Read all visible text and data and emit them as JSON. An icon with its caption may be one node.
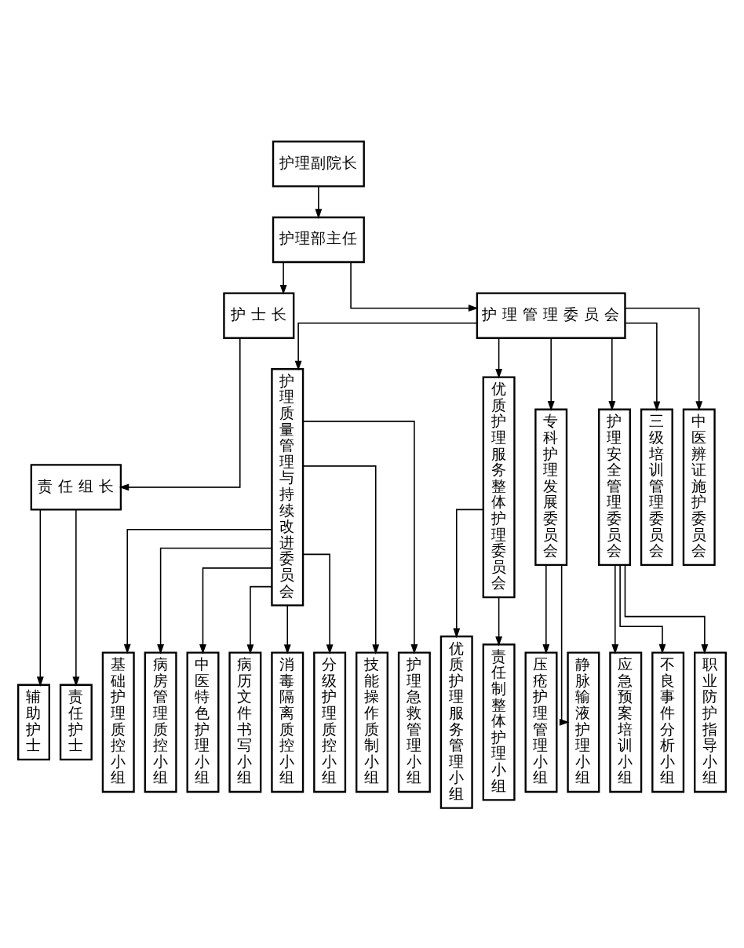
{
  "diagram": {
    "nodes": [
      {
        "text": [
          "护理副院长"
        ]
      },
      {
        "text": [
          "护理部主任"
        ]
      },
      {
        "text": [
          "护 士 长"
        ]
      },
      {
        "text": [
          "护 理 管 理 委 员 会"
        ]
      },
      {
        "text": [
          "责 任 组 长"
        ]
      },
      {
        "text": [
          "辅助护士"
        ]
      },
      {
        "text": [
          "责任护士"
        ]
      },
      {
        "text": [
          "护理质量管理与持续改进委员会"
        ]
      },
      {
        "text": [
          "优质护理服务整体护理委员会"
        ]
      },
      {
        "text": [
          "专科护理发展委员会"
        ]
      },
      {
        "text": [
          "护理安全管理委员会"
        ]
      },
      {
        "text": [
          "三级培训管理委员会"
        ]
      },
      {
        "text": [
          "中医辨证施护委员会"
        ]
      },
      {
        "text": [
          "基础护理质控小组"
        ]
      },
      {
        "text": [
          "病房管理质控小组"
        ]
      },
      {
        "text": [
          "中医特色护理小组"
        ]
      },
      {
        "text": [
          "病历文件书写小组"
        ]
      },
      {
        "text": [
          "消毒隔离质控小组"
        ]
      },
      {
        "text": [
          "分级护理质控小组"
        ]
      },
      {
        "text": [
          "技能操作质制小组"
        ]
      },
      {
        "text": [
          "护理急救管理小组"
        ]
      },
      {
        "text": [
          "优质护理服务管理小组"
        ]
      },
      {
        "text": [
          "责任制整体护理小组"
        ]
      },
      {
        "text": [
          "压疮护理管理小组"
        ]
      },
      {
        "text": [
          "静脉输液护理小组"
        ]
      },
      {
        "text": [
          "应急预案培训小组"
        ]
      },
      {
        "text": [
          "不良事件分析小组"
        ]
      },
      {
        "text": [
          "职业防护指导小组"
        ]
      }
    ],
    "edges": [
      {
        "from": 0,
        "to": 1,
        "arrow": "to"
      },
      {
        "from": 1,
        "to": 2,
        "arrow": "to"
      },
      {
        "from": 1,
        "to": 3,
        "arrow": "to"
      },
      {
        "from": 2,
        "to": 4,
        "arrow": "to"
      },
      {
        "from": 4,
        "to": 5,
        "arrow": "to"
      },
      {
        "from": 4,
        "to": 6,
        "arrow": "to"
      },
      {
        "from": 3,
        "to": 7,
        "arrow": "to"
      },
      {
        "from": 3,
        "to": 8,
        "arrow": "to"
      },
      {
        "from": 3,
        "to": 9,
        "arrow": "to"
      },
      {
        "from": 3,
        "to": 10,
        "arrow": "to"
      },
      {
        "from": 3,
        "to": 11,
        "arrow": "to"
      },
      {
        "from": 3,
        "to": 12,
        "arrow": "to"
      },
      {
        "from": 7,
        "to": 13,
        "arrow": "to"
      },
      {
        "from": 7,
        "to": 14,
        "arrow": "to"
      },
      {
        "from": 7,
        "to": 15,
        "arrow": "to"
      },
      {
        "from": 7,
        "to": 16,
        "arrow": "to"
      },
      {
        "from": 7,
        "to": 17,
        "arrow": "to"
      },
      {
        "from": 7,
        "to": 18,
        "arrow": "to"
      },
      {
        "from": 7,
        "to": 19,
        "arrow": "to"
      },
      {
        "from": 7,
        "to": 20,
        "arrow": "to"
      },
      {
        "from": 8,
        "to": 21,
        "arrow": "to"
      },
      {
        "from": 8,
        "to": 22,
        "arrow": "to"
      },
      {
        "from": 9,
        "to": 23,
        "arrow": "to"
      },
      {
        "from": 9,
        "to": 24,
        "arrow": "to"
      },
      {
        "from": 10,
        "to": 25,
        "arrow": "to"
      },
      {
        "from": 10,
        "to": 26,
        "arrow": "to"
      },
      {
        "from": 10,
        "to": 27,
        "arrow": "to"
      }
    ]
  }
}
